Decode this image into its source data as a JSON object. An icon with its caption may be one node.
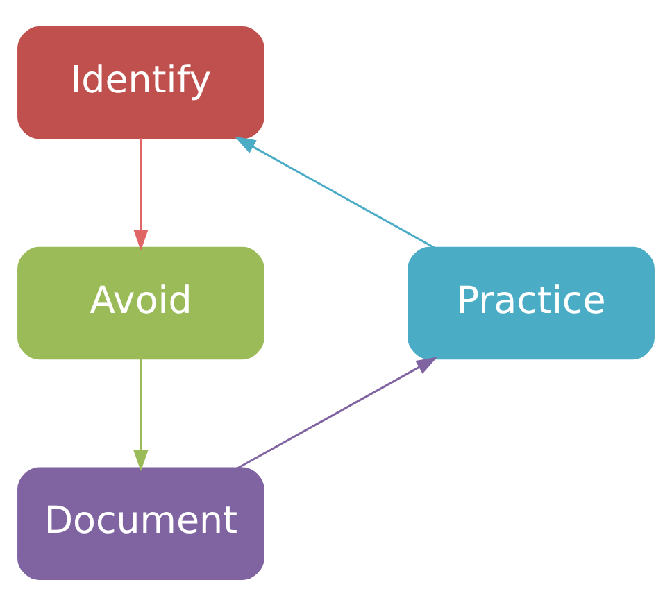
{
  "diagram": {
    "nodes": [
      {
        "text": [
          "Identify"
        ]
      },
      {
        "text": [
          "Avoid"
        ]
      },
      {
        "text": [
          "Document"
        ]
      },
      {
        "text": [
          "Practice"
        ]
      }
    ],
    "edges": [
      {
        "from": 0,
        "to": 1,
        "arrow": "to",
        "color": "#e06666"
      },
      {
        "from": 1,
        "to": 2,
        "arrow": "to",
        "color": "#9bbb59"
      },
      {
        "from": 2,
        "to": 3,
        "arrow": "to",
        "color": "#8064a2"
      },
      {
        "from": 3,
        "to": 0,
        "arrow": "to",
        "color": "#4bacc6"
      }
    ]
  }
}
